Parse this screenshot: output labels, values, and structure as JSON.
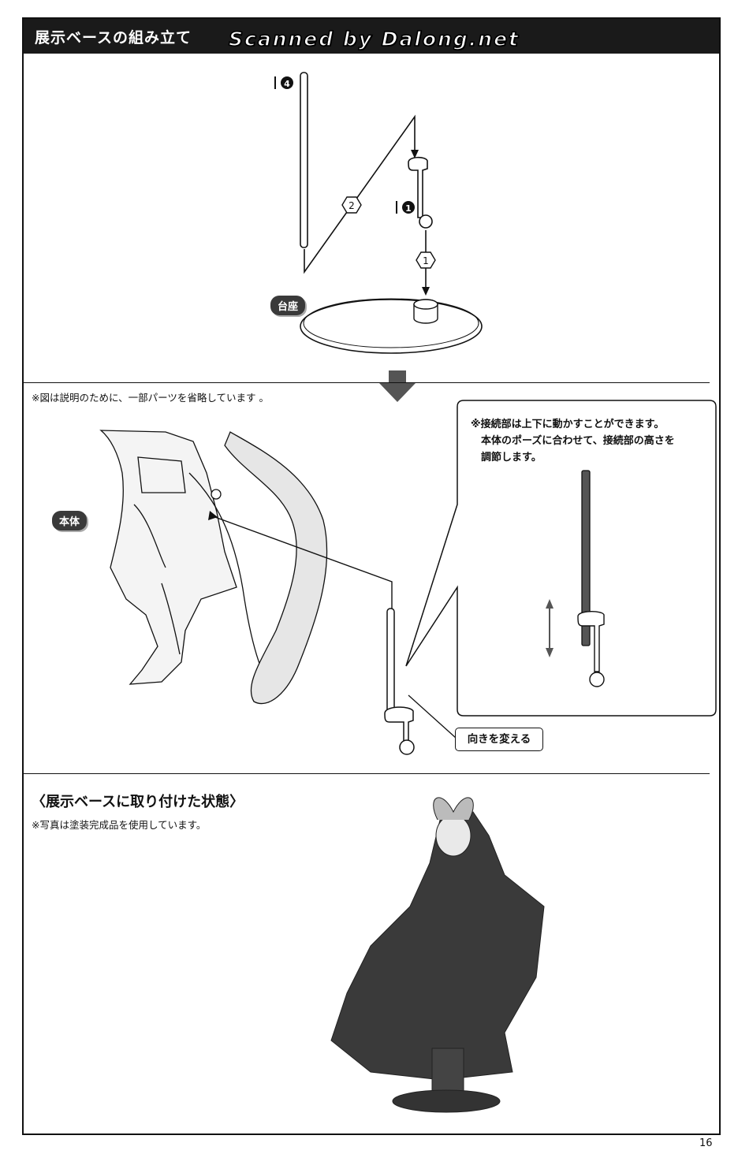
{
  "header": {
    "title": "展示ベースの組み立て",
    "watermark": "Scanned by Dalong.net"
  },
  "step1": {
    "parts": {
      "rod_part_no": "4",
      "arm_part_no": "1"
    },
    "steps": [
      "1",
      "2"
    ],
    "base_label": "台座"
  },
  "step2": {
    "note": "※図は説明のために、一部パーツを省略しています 。",
    "body_label": "本体",
    "callout": {
      "line1": "※接続部は上下に動かすことができます。",
      "line2": "本体のポーズに合わせて、接続部の高さを",
      "line3": "調節します。"
    },
    "direction_label": "向きを変える"
  },
  "section2": {
    "title": "〈展示ベースに取り付けた状態〉",
    "note": "※写真は塗装完成品を使用しています。"
  },
  "page_number": "16",
  "colors": {
    "header_bg": "#1a1a1a",
    "badge_bg": "#3a3a3a",
    "line": "#111111"
  }
}
